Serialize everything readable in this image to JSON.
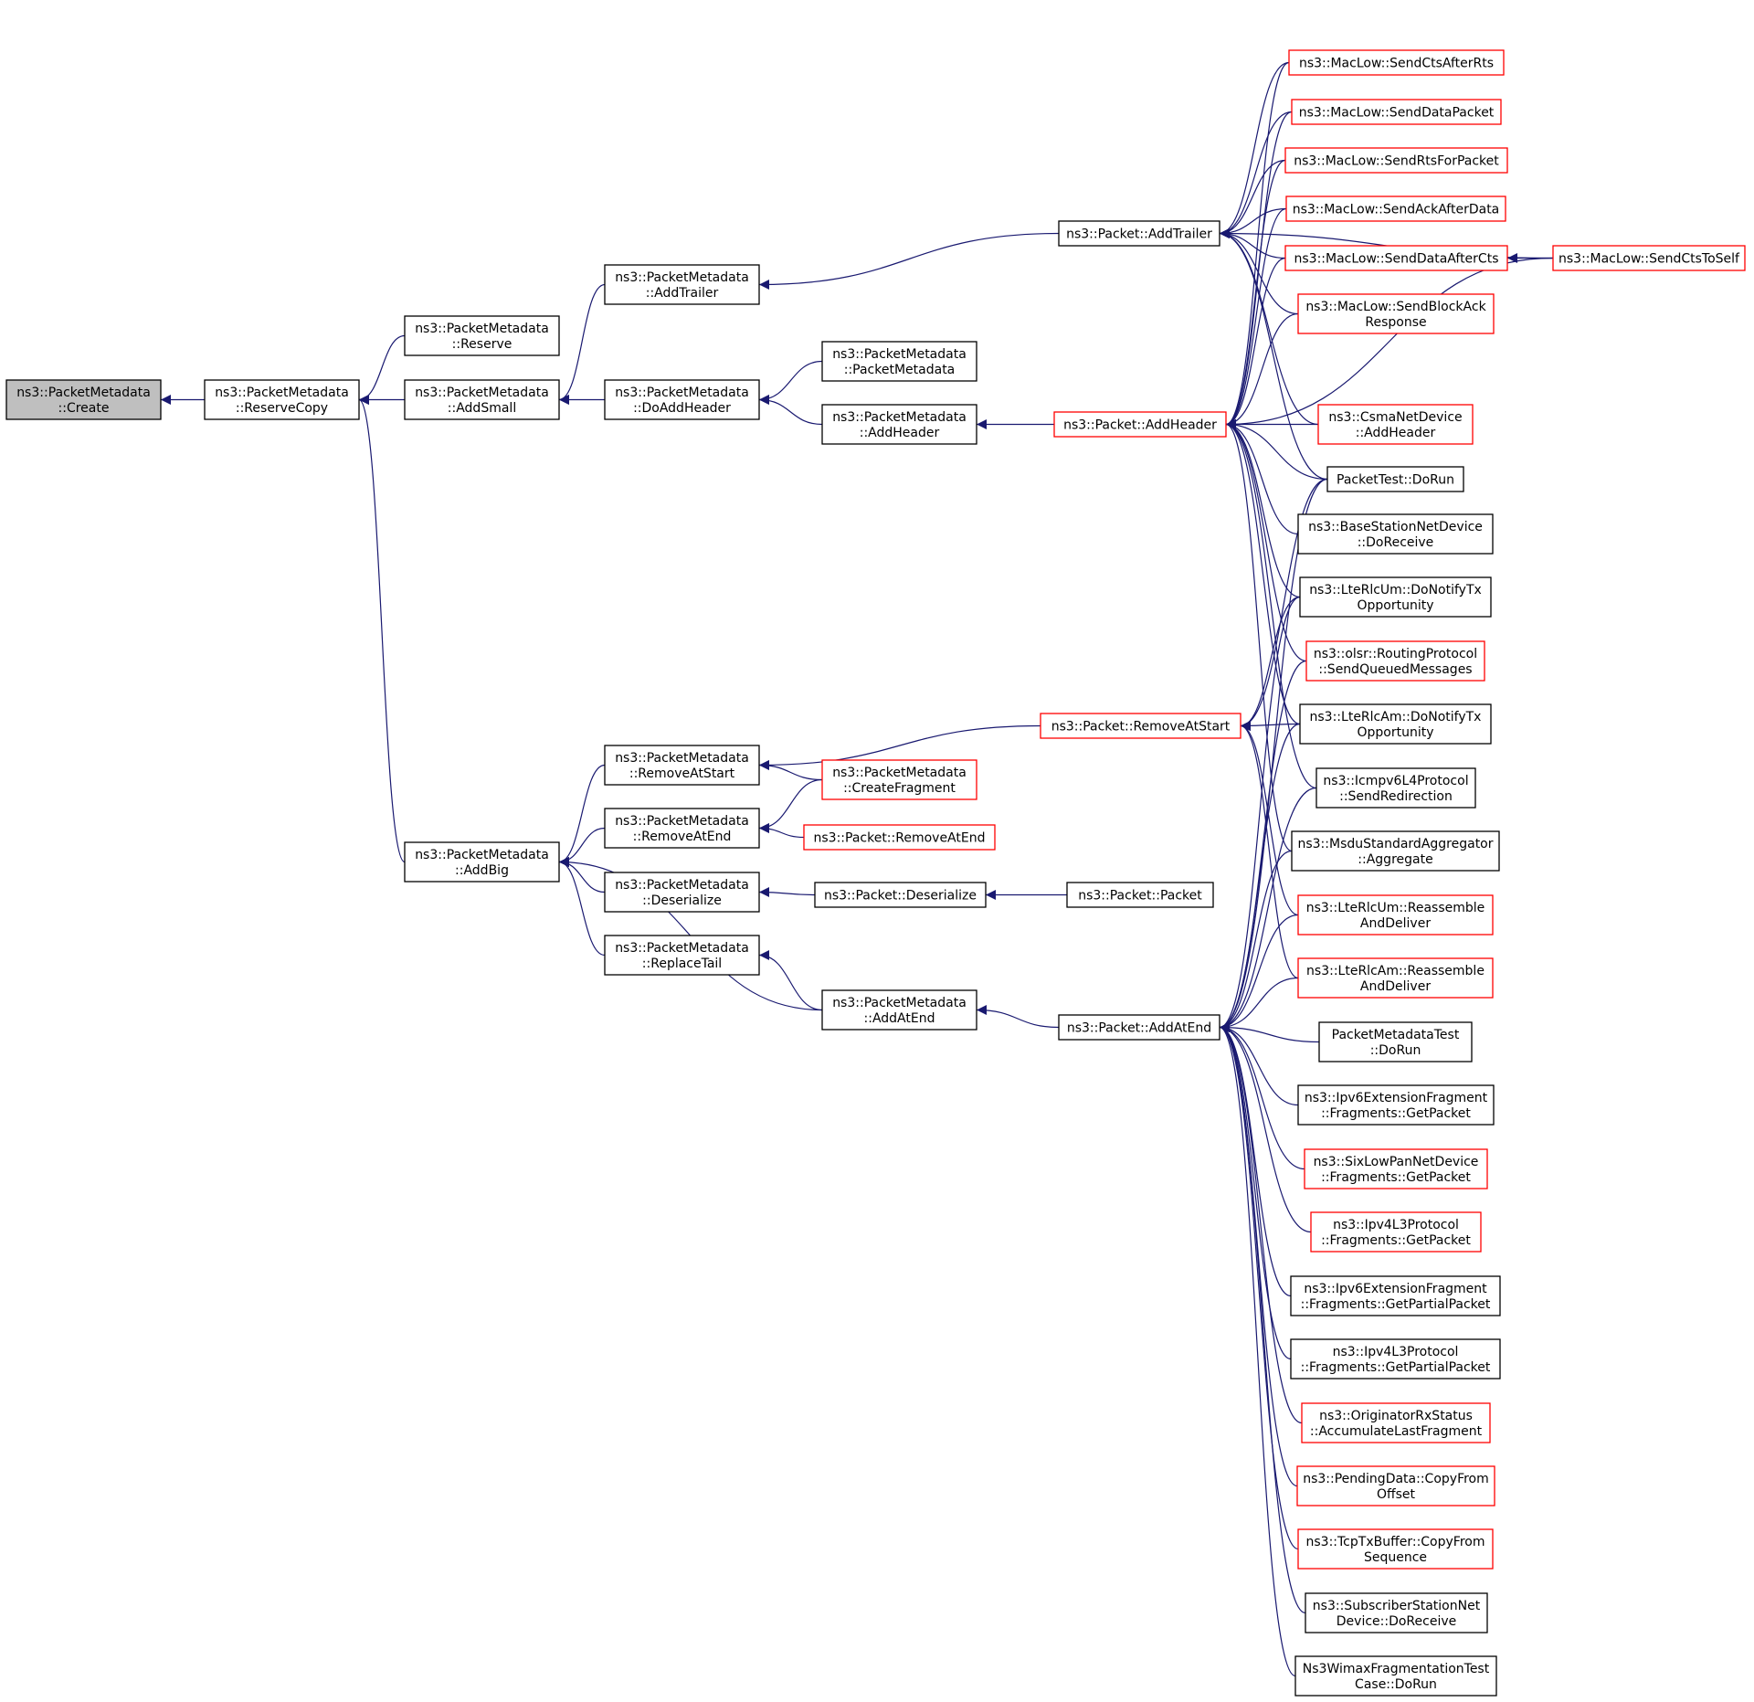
{
  "colors": {
    "edge": "#191970",
    "border_default": "#000000",
    "border_undocumented": "#ff0000",
    "fill_focus": "#bfbfbf",
    "fill_default": "#ffffff"
  },
  "nodes": [
    {
      "id": "create",
      "lines": [
        "ns3::PacketMetadata",
        "::Create"
      ],
      "style": "focus"
    },
    {
      "id": "reservecopy",
      "lines": [
        "ns3::PacketMetadata",
        "::ReserveCopy"
      ],
      "style": "normal"
    },
    {
      "id": "reserve",
      "lines": [
        "ns3::PacketMetadata",
        "::Reserve"
      ],
      "style": "normal"
    },
    {
      "id": "addsmall",
      "lines": [
        "ns3::PacketMetadata",
        "::AddSmall"
      ],
      "style": "normal"
    },
    {
      "id": "addbig",
      "lines": [
        "ns3::PacketMetadata",
        "::AddBig"
      ],
      "style": "normal"
    },
    {
      "id": "pm_addtrailer",
      "lines": [
        "ns3::PacketMetadata",
        "::AddTrailer"
      ],
      "style": "normal"
    },
    {
      "id": "doaddheader",
      "lines": [
        "ns3::PacketMetadata",
        "::DoAddHeader"
      ],
      "style": "normal"
    },
    {
      "id": "pm_removeatstart",
      "lines": [
        "ns3::PacketMetadata",
        "::RemoveAtStart"
      ],
      "style": "normal"
    },
    {
      "id": "pm_removeatend",
      "lines": [
        "ns3::PacketMetadata",
        "::RemoveAtEnd"
      ],
      "style": "normal"
    },
    {
      "id": "pm_deserialize",
      "lines": [
        "ns3::PacketMetadata",
        "::Deserialize"
      ],
      "style": "normal"
    },
    {
      "id": "replacetail",
      "lines": [
        "ns3::PacketMetadata",
        "::ReplaceTail"
      ],
      "style": "normal"
    },
    {
      "id": "pm_ctor",
      "lines": [
        "ns3::PacketMetadata",
        "::PacketMetadata"
      ],
      "style": "normal"
    },
    {
      "id": "pm_addheader",
      "lines": [
        "ns3::PacketMetadata",
        "::AddHeader"
      ],
      "style": "normal"
    },
    {
      "id": "createfragment",
      "lines": [
        "ns3::PacketMetadata",
        "::CreateFragment"
      ],
      "style": "red"
    },
    {
      "id": "p_removeatend",
      "lines": [
        "ns3::Packet::RemoveAtEnd"
      ],
      "style": "red"
    },
    {
      "id": "p_deserialize",
      "lines": [
        "ns3::Packet::Deserialize"
      ],
      "style": "normal"
    },
    {
      "id": "pm_addatend",
      "lines": [
        "ns3::PacketMetadata",
        "::AddAtEnd"
      ],
      "style": "normal"
    },
    {
      "id": "p_addtrailer",
      "lines": [
        "ns3::Packet::AddTrailer"
      ],
      "style": "normal"
    },
    {
      "id": "p_addheader",
      "lines": [
        "ns3::Packet::AddHeader"
      ],
      "style": "red"
    },
    {
      "id": "p_removeatstart",
      "lines": [
        "ns3::Packet::RemoveAtStart"
      ],
      "style": "red"
    },
    {
      "id": "p_packet",
      "lines": [
        "ns3::Packet::Packet"
      ],
      "style": "normal"
    },
    {
      "id": "p_addatend",
      "lines": [
        "ns3::Packet::AddAtEnd"
      ],
      "style": "normal"
    },
    {
      "id": "r_sendctsafterrts",
      "lines": [
        "ns3::MacLow::SendCtsAfterRts"
      ],
      "style": "red"
    },
    {
      "id": "r_senddatapacket",
      "lines": [
        "ns3::MacLow::SendDataPacket"
      ],
      "style": "red"
    },
    {
      "id": "r_sendrtsforpacket",
      "lines": [
        "ns3::MacLow::SendRtsForPacket"
      ],
      "style": "red"
    },
    {
      "id": "r_sendackafterdata",
      "lines": [
        "ns3::MacLow::SendAckAfterData"
      ],
      "style": "red"
    },
    {
      "id": "r_senddataaftercts",
      "lines": [
        "ns3::MacLow::SendDataAfterCts"
      ],
      "style": "red"
    },
    {
      "id": "r_sendblockack",
      "lines": [
        "ns3::MacLow::SendBlockAck",
        "Response"
      ],
      "style": "red"
    },
    {
      "id": "r_csma",
      "lines": [
        "ns3::CsmaNetDevice",
        "::AddHeader"
      ],
      "style": "red"
    },
    {
      "id": "r_packettest",
      "lines": [
        "PacketTest::DoRun"
      ],
      "style": "normal"
    },
    {
      "id": "r_bsnd",
      "lines": [
        "ns3::BaseStationNetDevice",
        "::DoReceive"
      ],
      "style": "normal"
    },
    {
      "id": "r_lteum_tx",
      "lines": [
        "ns3::LteRlcUm::DoNotifyTx",
        "Opportunity"
      ],
      "style": "normal"
    },
    {
      "id": "r_olsr",
      "lines": [
        "ns3::olsr::RoutingProtocol",
        "::SendQueuedMessages"
      ],
      "style": "red"
    },
    {
      "id": "r_lteam_tx",
      "lines": [
        "ns3::LteRlcAm::DoNotifyTx",
        "Opportunity"
      ],
      "style": "normal"
    },
    {
      "id": "r_icmpv6",
      "lines": [
        "ns3::Icmpv6L4Protocol",
        "::SendRedirection"
      ],
      "style": "normal"
    },
    {
      "id": "r_msdu",
      "lines": [
        "ns3::MsduStandardAggregator",
        "::Aggregate"
      ],
      "style": "normal"
    },
    {
      "id": "r_lteum_re",
      "lines": [
        "ns3::LteRlcUm::Reassemble",
        "AndDeliver"
      ],
      "style": "red"
    },
    {
      "id": "r_lteam_re",
      "lines": [
        "ns3::LteRlcAm::Reassemble",
        "AndDeliver"
      ],
      "style": "red"
    },
    {
      "id": "r_pmtest",
      "lines": [
        "PacketMetadataTest",
        "::DoRun"
      ],
      "style": "normal"
    },
    {
      "id": "r_ipv6frag",
      "lines": [
        "ns3::Ipv6ExtensionFragment",
        "::Fragments::GetPacket"
      ],
      "style": "normal"
    },
    {
      "id": "r_sixlowpan",
      "lines": [
        "ns3::SixLowPanNetDevice",
        "::Fragments::GetPacket"
      ],
      "style": "red"
    },
    {
      "id": "r_ipv4frag",
      "lines": [
        "ns3::Ipv4L3Protocol",
        "::Fragments::GetPacket"
      ],
      "style": "red"
    },
    {
      "id": "r_ipv6partial",
      "lines": [
        "ns3::Ipv6ExtensionFragment",
        "::Fragments::GetPartialPacket"
      ],
      "style": "normal"
    },
    {
      "id": "r_ipv4partial",
      "lines": [
        "ns3::Ipv4L3Protocol",
        "::Fragments::GetPartialPacket"
      ],
      "style": "normal"
    },
    {
      "id": "r_originator",
      "lines": [
        "ns3::OriginatorRxStatus",
        "::AccumulateLastFragment"
      ],
      "style": "red"
    },
    {
      "id": "r_pendingdata",
      "lines": [
        "ns3::PendingData::CopyFrom",
        "Offset"
      ],
      "style": "red"
    },
    {
      "id": "r_tcptx",
      "lines": [
        "ns3::TcpTxBuffer::CopyFrom",
        "Sequence"
      ],
      "style": "red"
    },
    {
      "id": "r_ssnd",
      "lines": [
        "ns3::SubscriberStationNet",
        "Device::DoReceive"
      ],
      "style": "normal"
    },
    {
      "id": "r_wimax",
      "lines": [
        "Ns3WimaxFragmentationTest",
        "Case::DoRun"
      ],
      "style": "normal"
    },
    {
      "id": "r_sendctstoself",
      "lines": [
        "ns3::MacLow::SendCtsToSelf"
      ],
      "style": "red"
    }
  ],
  "edges": [
    [
      "create",
      "reservecopy"
    ],
    [
      "reservecopy",
      "reserve"
    ],
    [
      "reservecopy",
      "addsmall"
    ],
    [
      "reservecopy",
      "addbig"
    ],
    [
      "addsmall",
      "pm_addtrailer"
    ],
    [
      "addsmall",
      "doaddheader"
    ],
    [
      "addbig",
      "pm_removeatstart"
    ],
    [
      "addbig",
      "pm_removeatend"
    ],
    [
      "addbig",
      "pm_deserialize"
    ],
    [
      "addbig",
      "replacetail"
    ],
    [
      "addbig",
      "pm_addatend"
    ],
    [
      "doaddheader",
      "pm_ctor"
    ],
    [
      "doaddheader",
      "pm_addheader"
    ],
    [
      "pm_removeatstart",
      "createfragment"
    ],
    [
      "pm_removeatstart",
      "p_removeatstart"
    ],
    [
      "pm_removeatend",
      "createfragment"
    ],
    [
      "pm_removeatend",
      "p_removeatend"
    ],
    [
      "pm_deserialize",
      "p_deserialize"
    ],
    [
      "replacetail",
      "pm_addatend"
    ],
    [
      "pm_addtrailer",
      "p_addtrailer"
    ],
    [
      "pm_addheader",
      "p_addheader"
    ],
    [
      "p_deserialize",
      "p_packet"
    ],
    [
      "pm_addatend",
      "p_addatend"
    ],
    [
      "r_senddataaftercts",
      "r_sendctstoself"
    ],
    [
      "p_addtrailer",
      "r_sendctsafterrts"
    ],
    [
      "p_addtrailer",
      "r_senddatapacket"
    ],
    [
      "p_addtrailer",
      "r_sendrtsforpacket"
    ],
    [
      "p_addtrailer",
      "r_sendackafterdata"
    ],
    [
      "p_addtrailer",
      "r_senddataaftercts"
    ],
    [
      "p_addtrailer",
      "r_sendblockack"
    ],
    [
      "p_addtrailer",
      "r_csma"
    ],
    [
      "p_addtrailer",
      "r_packettest"
    ],
    [
      "p_addtrailer",
      "r_sendctstoself"
    ],
    [
      "p_addheader",
      "r_sendctsafterrts"
    ],
    [
      "p_addheader",
      "r_senddatapacket"
    ],
    [
      "p_addheader",
      "r_sendrtsforpacket"
    ],
    [
      "p_addheader",
      "r_sendackafterdata"
    ],
    [
      "p_addheader",
      "r_senddataaftercts"
    ],
    [
      "p_addheader",
      "r_sendblockack"
    ],
    [
      "p_addheader",
      "r_csma"
    ],
    [
      "p_addheader",
      "r_packettest"
    ],
    [
      "p_addheader",
      "r_bsnd"
    ],
    [
      "p_addheader",
      "r_lteum_tx"
    ],
    [
      "p_addheader",
      "r_olsr"
    ],
    [
      "p_addheader",
      "r_lteam_tx"
    ],
    [
      "p_addheader",
      "r_icmpv6"
    ],
    [
      "p_addheader",
      "r_msdu"
    ],
    [
      "p_addheader",
      "r_sendctstoself"
    ],
    [
      "p_removeatstart",
      "r_packettest"
    ],
    [
      "p_removeatstart",
      "r_lteum_tx"
    ],
    [
      "p_removeatstart",
      "r_lteam_tx"
    ],
    [
      "p_removeatstart",
      "r_lteum_re"
    ],
    [
      "p_removeatstart",
      "r_lteam_re"
    ],
    [
      "p_addatend",
      "r_packettest"
    ],
    [
      "p_addatend",
      "r_lteum_tx"
    ],
    [
      "p_addatend",
      "r_olsr"
    ],
    [
      "p_addatend",
      "r_lteam_tx"
    ],
    [
      "p_addatend",
      "r_icmpv6"
    ],
    [
      "p_addatend",
      "r_msdu"
    ],
    [
      "p_addatend",
      "r_lteum_re"
    ],
    [
      "p_addatend",
      "r_lteam_re"
    ],
    [
      "p_addatend",
      "r_pmtest"
    ],
    [
      "p_addatend",
      "r_ipv6frag"
    ],
    [
      "p_addatend",
      "r_sixlowpan"
    ],
    [
      "p_addatend",
      "r_ipv4frag"
    ],
    [
      "p_addatend",
      "r_ipv6partial"
    ],
    [
      "p_addatend",
      "r_ipv4partial"
    ],
    [
      "p_addatend",
      "r_originator"
    ],
    [
      "p_addatend",
      "r_pendingdata"
    ],
    [
      "p_addatend",
      "r_tcptx"
    ],
    [
      "p_addatend",
      "r_ssnd"
    ],
    [
      "p_addatend",
      "r_wimax"
    ]
  ]
}
